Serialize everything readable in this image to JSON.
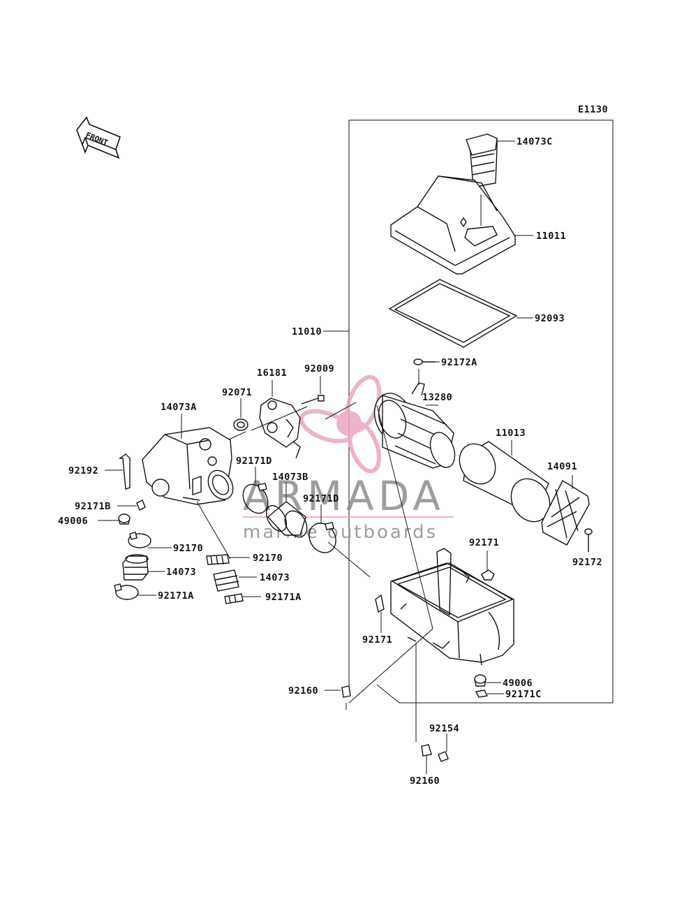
{
  "diagram_code": "E1130",
  "front_label": "FRONT",
  "watermark": {
    "brand": "ARMADA",
    "tagline": "marine outboards"
  },
  "parts": {
    "p14073C": "14073C",
    "p11011": "11011",
    "p92093": "92093",
    "p11010": "11010",
    "p92172A": "92172A",
    "p13280": "13280",
    "p11013": "11013",
    "p14091": "14091",
    "p92172": "92172",
    "p92171_r1": "92171",
    "p92171_r2": "92171",
    "p49006_r": "49006",
    "p92171C": "92171C",
    "p92160_a": "92160",
    "p92154": "92154",
    "p92160_b": "92160",
    "p16181": "16181",
    "p92009": "92009",
    "p92071": "92071",
    "p14073A": "14073A",
    "p92192": "92192",
    "p92171D_a": "92171D",
    "p14073B": "14073B",
    "p92171D_b": "92171D",
    "p92171B": "92171B",
    "p49006_l": "49006",
    "p92170_a": "92170",
    "p92170_b": "92170",
    "p14073_a": "14073",
    "p14073_b": "14073",
    "p92171A_a": "92171A",
    "p92171A_b": "92171A"
  },
  "colors": {
    "line": "#111111",
    "watermark_pink": "#e9a6c3",
    "watermark_gray": "#8c8c8c"
  }
}
